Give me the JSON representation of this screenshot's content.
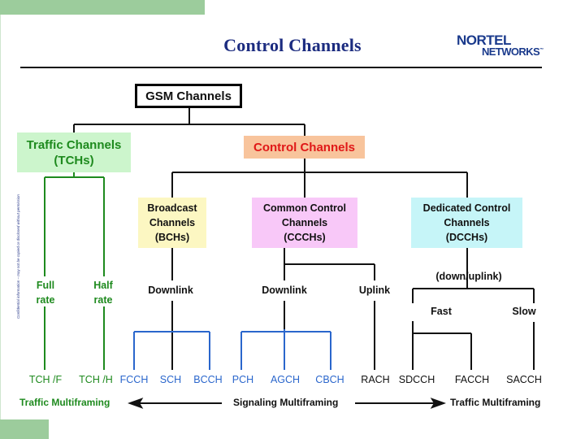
{
  "slide": {
    "title": "Control Channels",
    "logo": {
      "line1": "NORTEL",
      "line2": "NETWORKS",
      "trademark": "™"
    },
    "side_note": "Confidential information – may not be copied or disclosed without permission"
  },
  "diagram": {
    "root": "GSM Channels",
    "traffic": {
      "line1": "Traffic Channels",
      "line2": "(TCHs)"
    },
    "control": "Control Channels",
    "broadcast": {
      "line1": "Broadcast",
      "line2": "Channels",
      "line3": "(BCHs)"
    },
    "common": {
      "line1": "Common Control",
      "line2": "Channels",
      "line3": "(CCCHs)"
    },
    "dedicated": {
      "line1": "Dedicated Control",
      "line2": "Channels",
      "line3": "(DCCHs)"
    },
    "full_rate": {
      "line1": "Full",
      "line2": "rate"
    },
    "half_rate": {
      "line1": "Half",
      "line2": "rate"
    },
    "bch_downlink": "Downlink",
    "ccch_downlink": "Downlink",
    "ccch_uplink": "Uplink",
    "dcch_direction": "(down/uplink)",
    "fast": "Fast",
    "slow": "Slow",
    "leaves": {
      "tch_f": "TCH /F",
      "tch_h": "TCH /H",
      "fcch": "FCCH",
      "sch": "SCH",
      "bcch": "BCCH",
      "pch": "PCH",
      "agch": "AGCH",
      "cbch": "CBCH",
      "rach": "RACH",
      "sdcch": "SDCCH",
      "facch": "FACCH",
      "sacch": "SACCH"
    },
    "footer": {
      "traffic_left": "Traffic Multiframing",
      "signaling": "Signaling Multiframing",
      "traffic_right": "Traffic Multiframing"
    }
  },
  "colors": {
    "title": "#1c2c80",
    "traffic_green": "#1e8a1e",
    "control_red": "#e01818",
    "blue_lines": "#2a66cc",
    "slide_accent": "#9ccc9c"
  }
}
